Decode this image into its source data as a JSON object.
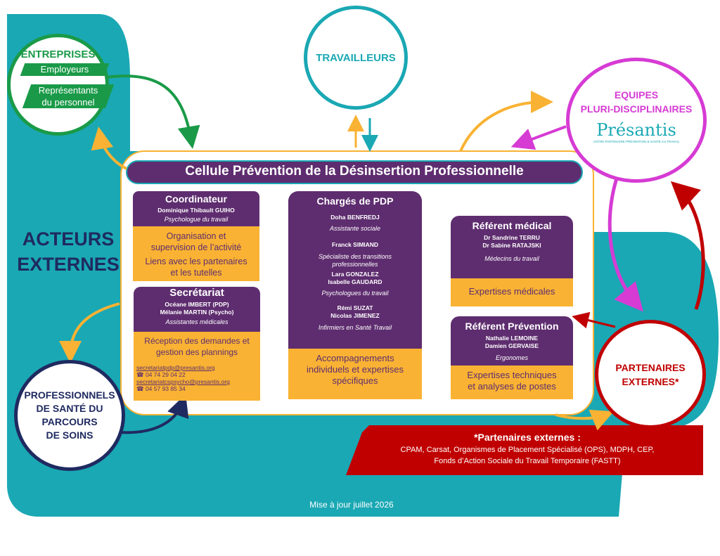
{
  "colors": {
    "teal": "#1aa8b4",
    "purple": "#5e2d6f",
    "orange": "#f9b233",
    "green": "#1a9a48",
    "magenta": "#d63bd4",
    "red": "#c00000",
    "navy": "#1f2a60"
  },
  "external_label": {
    "line1": "ACTEURS",
    "line2": "EXTERNES"
  },
  "entreprises": {
    "title": "ENTREPRISES",
    "tag1": "Employeurs",
    "tag2a": "Représentants",
    "tag2b": "du personnel"
  },
  "travailleurs": {
    "title": "TRAVAILLEURS"
  },
  "equipes": {
    "line1": "EQUIPES",
    "line2": "PLURI-DISCIPLINAIRES",
    "logo_text": "Présantis",
    "logo_tagline": "VOTRE PARTENAIRE PRÉVENTION & SANTÉ AU TRAVAIL"
  },
  "professionnels": {
    "line1": "PROFESSIONNELS",
    "line2": "DE SANTÉ DU",
    "line3": "PARCOURS",
    "line4": "DE SOINS"
  },
  "partenaires": {
    "line1": "PARTENAIRES",
    "line2": "EXTERNES*"
  },
  "cellule": {
    "title": "Cellule Prévention de la Désinsertion Professionnelle"
  },
  "coordinateur": {
    "title": "Coordinateur",
    "name": "Dominique Thibault GUIHO",
    "role": "Psychologue du travail",
    "task1a": "Organisation et",
    "task1b": "supervision de l’activité",
    "task2a": "Liens avec les partenaires",
    "task2b": "et les tutelles"
  },
  "secretariat": {
    "title": "Secrétariat",
    "name1": "Océane IMBERT (PDP)",
    "name2": "Mélanie MARTIN (Psycho)",
    "role": "Assistantes médicales",
    "task_a": "Réception des demandes et",
    "task_b": "gestion des plannings",
    "email1": "secretariatpdp@presantis.org",
    "phone1": "☎ 04 74 29 04 22",
    "email2": "secretariatcspsycho@presantis.org",
    "phone2": "☎ 04 57 93 85 34"
  },
  "charges": {
    "title": "Chargés de PDP",
    "name1": "Doha BENFREDJ",
    "role1": "Assistante sociale",
    "name2": "Franck SIMIAND",
    "role2a": "Spécialiste des transitions",
    "role2b": "professionnelles",
    "name3a": "Lara GONZALEZ",
    "name3b": "Isabelle GAUDARD",
    "role3": "Psychologues du travail",
    "name4a": "Rémi SUZAT",
    "name4b": "Nicolas JIMENEZ",
    "role4": "Infirmiers en Santé Travail",
    "task_a": "Accompagnements",
    "task_b": "individuels et expertises",
    "task_c": "spécifiques"
  },
  "medical": {
    "title": "Référent médical",
    "name1": "Dr Sandrine TERRU",
    "name2": "Dr Sabine RATAJSKI",
    "role": "Médecins du travail",
    "task": "Expertises médicales"
  },
  "prevention": {
    "title": "Référent Prévention",
    "name1": "Nathalie LEMOINE",
    "name2": "Damien GERVAISE",
    "role": "Ergonomes",
    "task_a": "Expertises techniques",
    "task_b": "et analyses de postes"
  },
  "footnote": {
    "title": "*Partenaires externes :",
    "line1": "CPAM, Carsat, Organismes de Placement Spécialisé (OPS), MDPH, CEP,",
    "line2": "Fonds d’Action Sociale du Travail Temporaire (FASTT)"
  },
  "update": "Mise à jour juillet 2026"
}
